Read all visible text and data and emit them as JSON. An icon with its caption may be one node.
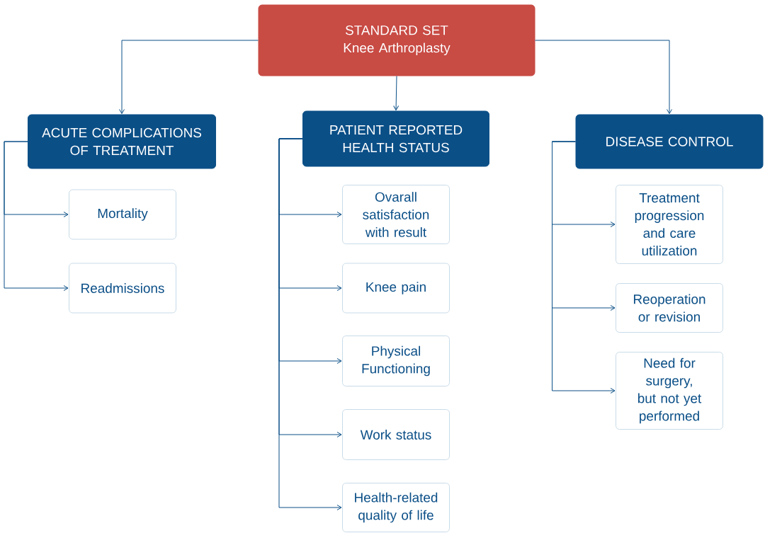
{
  "diagram": {
    "nodes": [
      {
        "text": [
          "STANDARD SET",
          "Knee Arthroplasty"
        ]
      },
      {
        "text": [
          "ACUTE COMPLICATIONS OF TREATMENT"
        ]
      },
      {
        "text": [
          "Mortality"
        ]
      },
      {
        "text": [
          "Readmissions"
        ]
      },
      {
        "text": [
          "PATIENT REPORTED HEALTH STATUS"
        ]
      },
      {
        "text": [
          "Ovarall satisfaction with result"
        ]
      },
      {
        "text": [
          "Knee pain"
        ]
      },
      {
        "text": [
          "Physical Functioning"
        ]
      },
      {
        "text": [
          "Work status"
        ]
      },
      {
        "text": [
          "Health-related quality of life"
        ]
      },
      {
        "text": [
          "DISEASE CONTROL"
        ]
      },
      {
        "text": [
          "Treatment progression and care utilization"
        ]
      },
      {
        "text": [
          "Reoperation or revision"
        ]
      },
      {
        "text": [
          "Need for surgery, but not yet performed"
        ]
      }
    ],
    "edges": [
      {
        "from": 0,
        "to": 1,
        "arrow": "to"
      },
      {
        "from": 0,
        "to": 4,
        "arrow": "to"
      },
      {
        "from": 0,
        "to": 10,
        "arrow": "to"
      },
      {
        "from": 1,
        "to": 2,
        "arrow": "to"
      },
      {
        "from": 1,
        "to": 3,
        "arrow": "to"
      },
      {
        "from": 4,
        "to": 5,
        "arrow": "to"
      },
      {
        "from": 4,
        "to": 6,
        "arrow": "to"
      },
      {
        "from": 4,
        "to": 7,
        "arrow": "to"
      },
      {
        "from": 4,
        "to": 8,
        "arrow": "to"
      },
      {
        "from": 4,
        "to": 9,
        "arrow": "to"
      },
      {
        "from": 10,
        "to": 11,
        "arrow": "to"
      },
      {
        "from": 10,
        "to": 12,
        "arrow": "to"
      },
      {
        "from": 10,
        "to": 13,
        "arrow": "to"
      }
    ]
  }
}
